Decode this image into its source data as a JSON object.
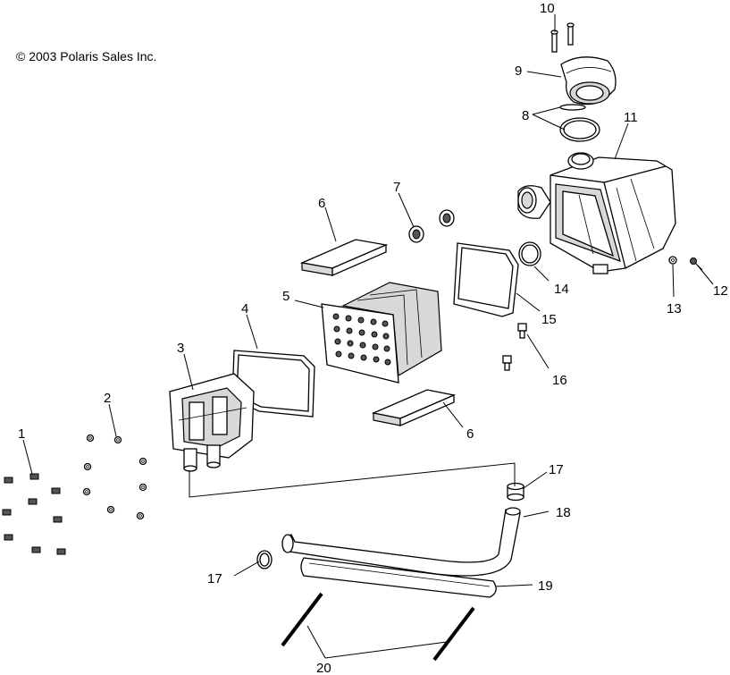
{
  "copyright": "© 2003 Polaris Sales Inc.",
  "callouts": [
    {
      "id": "c1",
      "text": "1"
    },
    {
      "id": "c2",
      "text": "2"
    },
    {
      "id": "c3",
      "text": "3"
    },
    {
      "id": "c4",
      "text": "4"
    },
    {
      "id": "c5",
      "text": "5"
    },
    {
      "id": "c6a",
      "text": "6"
    },
    {
      "id": "c6b",
      "text": "6"
    },
    {
      "id": "c7",
      "text": "7"
    },
    {
      "id": "c8",
      "text": "8"
    },
    {
      "id": "c9",
      "text": "9"
    },
    {
      "id": "c10",
      "text": "10"
    },
    {
      "id": "c11",
      "text": "11"
    },
    {
      "id": "c12",
      "text": "12"
    },
    {
      "id": "c13",
      "text": "13"
    },
    {
      "id": "c14",
      "text": "14"
    },
    {
      "id": "c15",
      "text": "15"
    },
    {
      "id": "c16",
      "text": "16"
    },
    {
      "id": "c17a",
      "text": "17"
    },
    {
      "id": "c17b",
      "text": "17"
    },
    {
      "id": "c18",
      "text": "18"
    },
    {
      "id": "c19",
      "text": "19"
    },
    {
      "id": "c20",
      "text": "20"
    }
  ]
}
